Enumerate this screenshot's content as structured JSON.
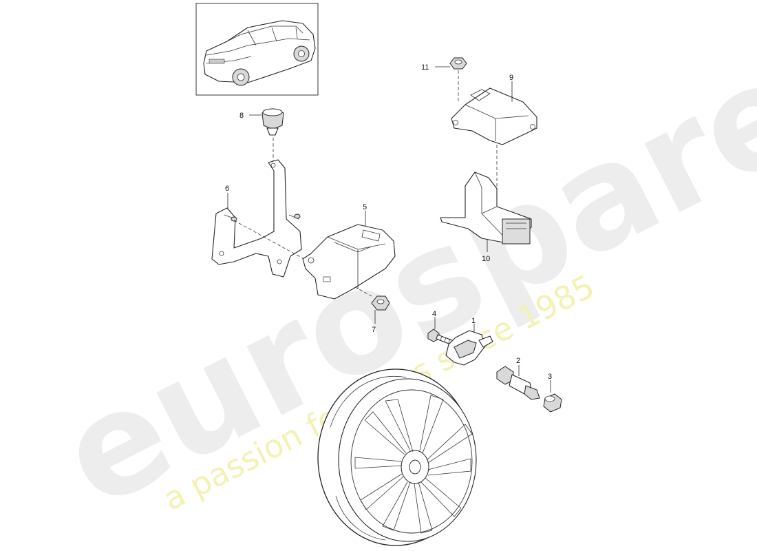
{
  "watermark": {
    "brand": "eurospares",
    "tagline": "a passion for parts since 1985"
  },
  "part_labels": {
    "p1": "1",
    "p2": "2",
    "p3": "3",
    "p4": "4",
    "p5": "5",
    "p6": "6",
    "p7": "7",
    "p8": "8",
    "p9": "9",
    "p10": "10",
    "p11": "11"
  }
}
